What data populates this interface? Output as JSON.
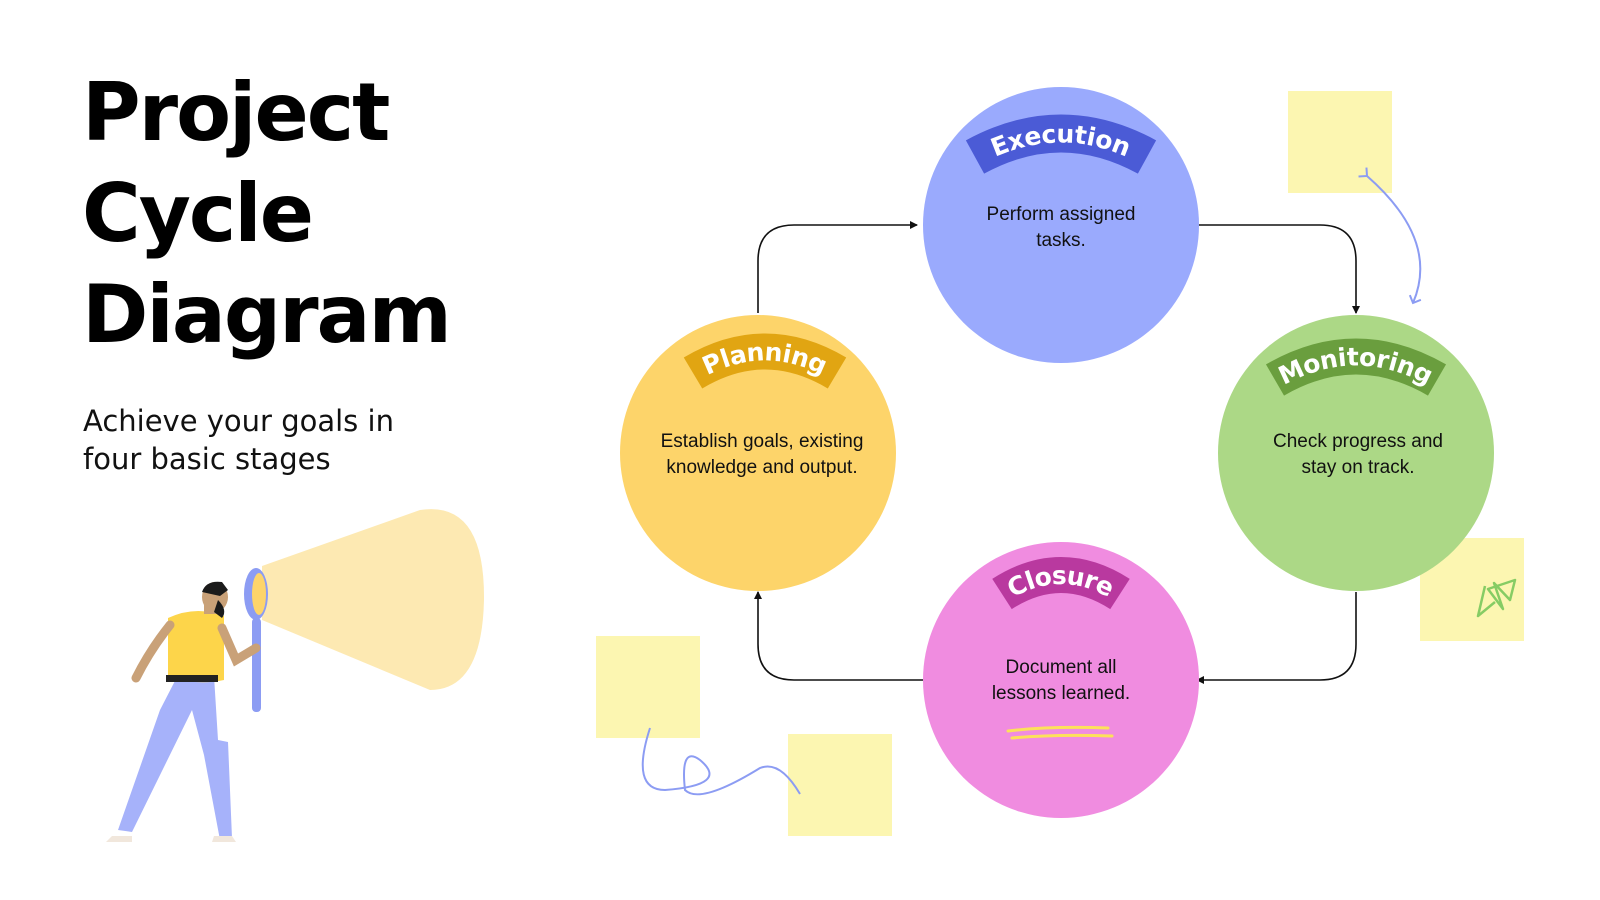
{
  "title": [
    "Project",
    "Cycle",
    "Diagram"
  ],
  "subtitle": [
    "Achieve your goals in",
    "four basic stages"
  ],
  "stages": {
    "execution": {
      "label": "Execution",
      "desc": [
        "Perform assigned",
        "tasks."
      ],
      "color": "#9aaafd",
      "badge_color": "#4b5bd6"
    },
    "monitoring": {
      "label": "Monitoring",
      "desc": [
        "Check progress and",
        "stay on track."
      ],
      "color": "#acd886",
      "badge_color": "#6a9e3e"
    },
    "closure": {
      "label": "Closure",
      "desc": [
        "Document all",
        "lessons learned."
      ],
      "color": "#f08ce0",
      "badge_color": "#b9399f"
    },
    "planning": {
      "label": "Planning",
      "desc": [
        "Establish goals, existing",
        "knowledge and output."
      ],
      "color": "#fdd46a",
      "badge_color": "#e1a512"
    }
  },
  "colors": {
    "sticky_note": "#fcf6b1",
    "doodle_blue": "#8c9cf3",
    "doodle_green": "#86cc64",
    "arrow": "#111111"
  }
}
